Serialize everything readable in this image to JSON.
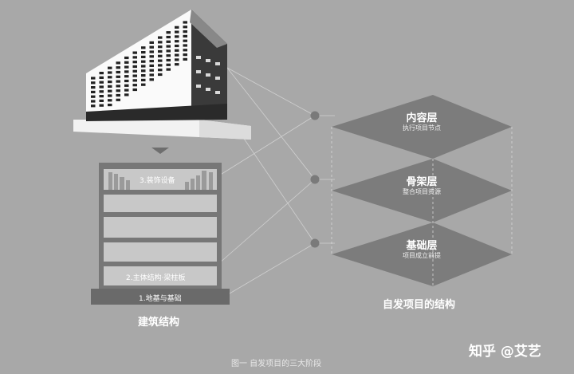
{
  "building": {
    "caption": "建筑结构",
    "floors": {
      "top": "3.装饰设备",
      "structure": "2.主体结构·梁柱板",
      "base": "1.地基与基础"
    }
  },
  "project": {
    "caption": "自发项目的结构",
    "layers": [
      {
        "title": "内容层",
        "subtitle": "执行项目节点"
      },
      {
        "title": "骨架层",
        "subtitle": "整合项目资源"
      },
      {
        "title": "基础层",
        "subtitle": "项目成立前提"
      }
    ]
  },
  "figure_caption": "图一 自发项目的三大阶段",
  "watermark": "知乎 @艾艺"
}
